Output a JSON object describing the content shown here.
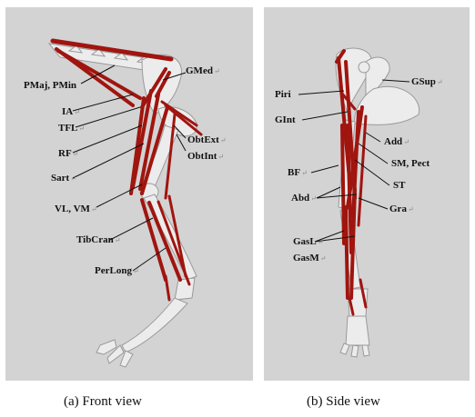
{
  "panel_a": {
    "caption": "(a) Front view",
    "labels": {
      "gmed": "GMed",
      "pmaj": "PMaj, PMin",
      "ia": "IA",
      "tfl": "TFL",
      "rf": "RF",
      "obtext": "ObtExt",
      "obtint": "ObtInt",
      "sart": "Sart",
      "vlvm": "VL, VM",
      "tibcran": "TibCran",
      "perlong": "PerLong"
    }
  },
  "panel_b": {
    "caption": "(b) Side view",
    "labels": {
      "gsup": "GSup",
      "piri": "Piri",
      "gint": "GInt",
      "add": "Add",
      "smpect": "SM, Pect",
      "bf": "BF",
      "st": "ST",
      "abd": "Abd",
      "gra": "Gra",
      "gasl": "GasL",
      "gasm": "GasM"
    }
  },
  "colors": {
    "background": "#d3d3d3",
    "muscle": "#a0150f",
    "bone": "#ececec"
  },
  "return_mark": "↵"
}
